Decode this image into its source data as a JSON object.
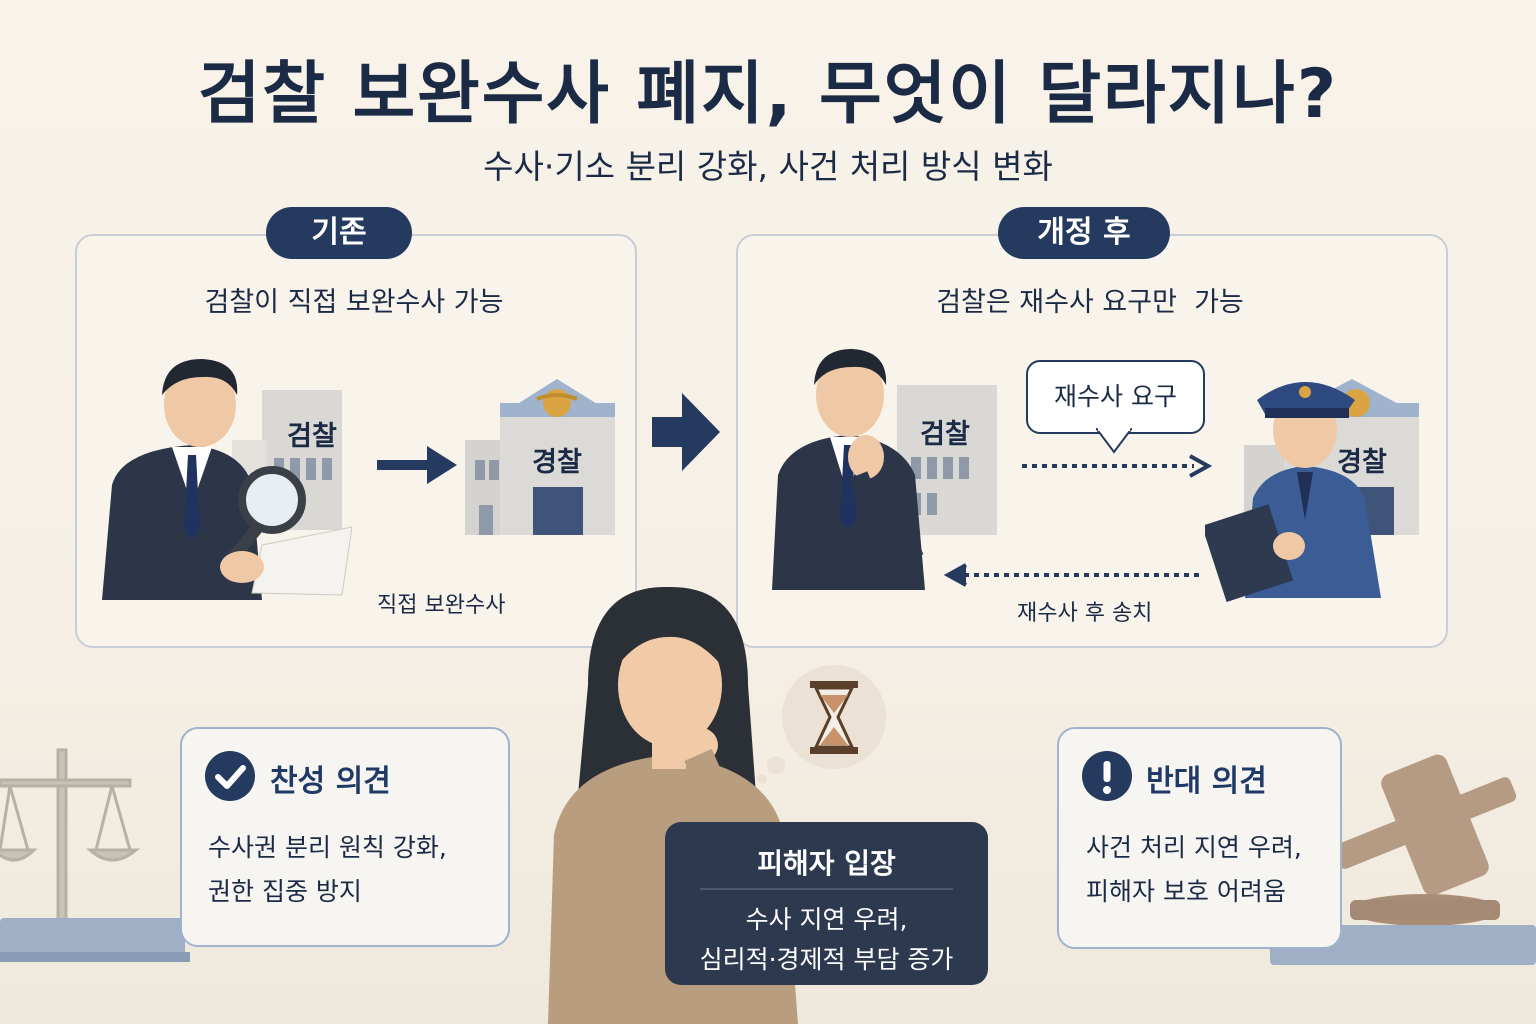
{
  "title": "검찰 보완수사 폐지, 무엇이 달라지나?",
  "subtitle": "수사·기소 분리 강화, 사건 처리 방식 변화",
  "before": {
    "badge": "기존",
    "description": "검찰이 직접 보완수사 가능",
    "prosecution_label": "검찰",
    "police_label": "경찰",
    "flow_label": "직접 보완수사"
  },
  "after": {
    "badge": "개정 후",
    "description": "검찰은 재수사 요구만  가능",
    "prosecution_label": "검찰",
    "police_label": "경찰",
    "request_bubble": "재수사 요구",
    "return_label": "재수사 후 송치"
  },
  "support": {
    "title": "찬성 의견",
    "line1": "수사권 분리 원칙 강화,",
    "line2": "권한 집중 방지"
  },
  "oppose": {
    "title": "반대 의견",
    "line1": "사건 처리 지연 우려,",
    "line2": "피해자 보호 어려움"
  },
  "victim": {
    "title": "피해자 입장",
    "line1": "수사 지연 우려,",
    "line2": "심리적·경제적 부담 증가"
  },
  "colors": {
    "navy": "#243a5e",
    "police_blue": "#3b5c95",
    "background": "#f6f0e6"
  }
}
